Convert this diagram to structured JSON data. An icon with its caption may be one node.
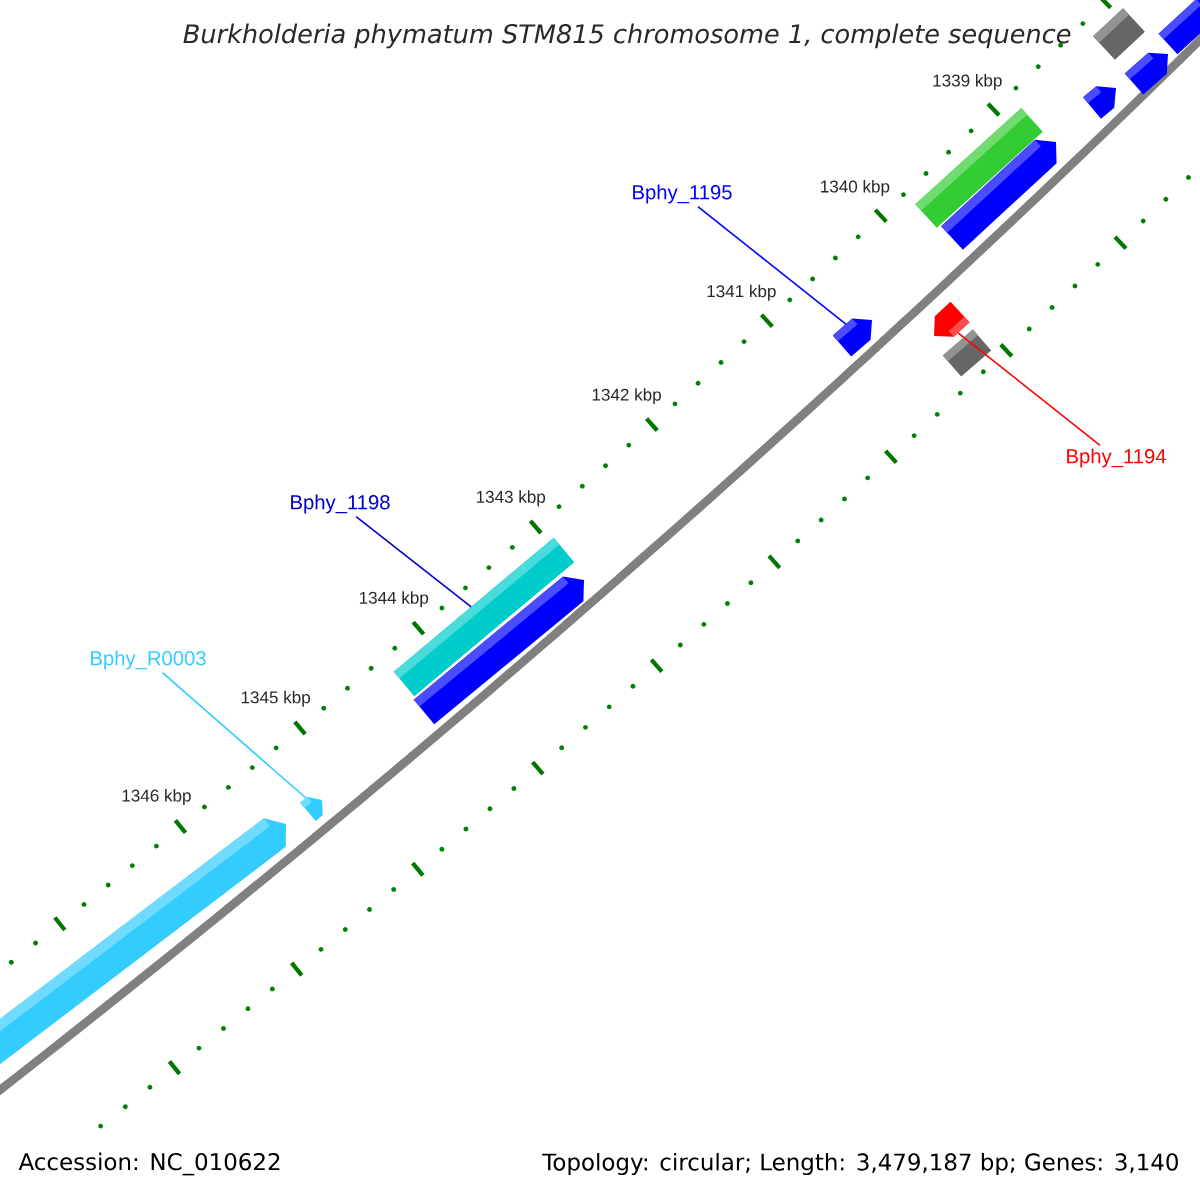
{
  "diagram": {
    "title": "Burkholderia phymatum STM815 chromosome 1, complete sequence",
    "nodes": [
      {
        "text": [
          "Bphy_1195"
        ]
      },
      {
        "text": [],
        "shape": "arrow"
      },
      {
        "text": [
          "Bphy_1194"
        ]
      },
      {
        "text": [],
        "shape": "arrow"
      },
      {
        "text": [
          "Bphy_1198"
        ]
      },
      {
        "text": [],
        "shape": "bar"
      },
      {
        "text": [
          "Bphy_R0003"
        ]
      },
      {
        "text": [],
        "shape": "arrow"
      },
      {
        "text": [],
        "shape": "arrow"
      },
      {
        "text": [],
        "shape": "arrow"
      },
      {
        "text": [],
        "shape": "bar"
      },
      {
        "text": [],
        "shape": "arrow"
      },
      {
        "text": [],
        "shape": "bar"
      },
      {
        "text": [],
        "shape": "arrow"
      },
      {
        "text": [],
        "shape": "bar"
      },
      {
        "text": [],
        "shape": "arrow"
      },
      {
        "text": [],
        "shape": "arrow"
      }
    ],
    "edges": [
      {
        "from": 0,
        "to": 1,
        "arrow": "none",
        "color": "#0000ff"
      },
      {
        "from": 2,
        "to": 3,
        "arrow": "none",
        "color": "#ff0000"
      },
      {
        "from": 4,
        "to": 5,
        "arrow": "none",
        "color": "#0000cc"
      },
      {
        "from": 6,
        "to": 7,
        "arrow": "none",
        "color": "#33ccff"
      }
    ],
    "labels": [
      "1339 kbp",
      "1340 kbp",
      "1341 kbp",
      "1342 kbp",
      "1343 kbp",
      "1344 kbp",
      "1345 kbp",
      "1346 kbp",
      "Accession: NC_010622",
      "Topology: circular; Length: 3,479,187 bp; Genes: 3,140"
    ]
  }
}
